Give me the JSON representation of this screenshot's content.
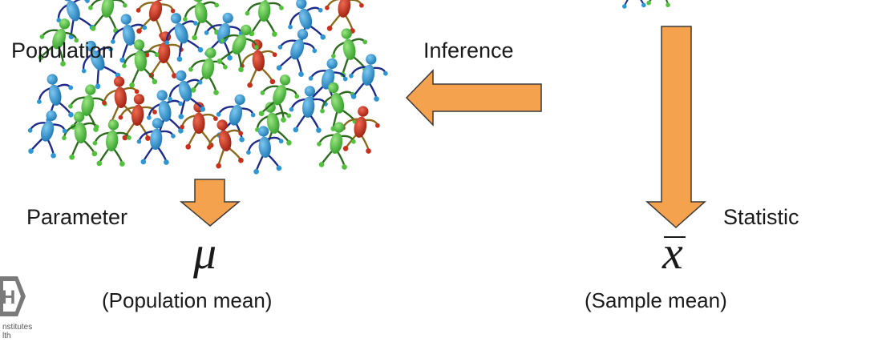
{
  "labels": {
    "population": "Population",
    "inference": "Inference",
    "parameter": "Parameter",
    "statistic": "Statistic"
  },
  "population_symbol": "μ",
  "population_caption": "(Population mean)",
  "sample_symbol": "x",
  "sample_caption": "(Sample mean)",
  "logo": {
    "text_line1": "nstitutes",
    "text_line2": "lth"
  },
  "colors": {
    "arrow_fill": "#f4a24e",
    "arrow_stroke": "#3a3a3a",
    "fig_blue": "#2e97d3",
    "fig_green": "#52c23d",
    "fig_red": "#c9301c"
  }
}
